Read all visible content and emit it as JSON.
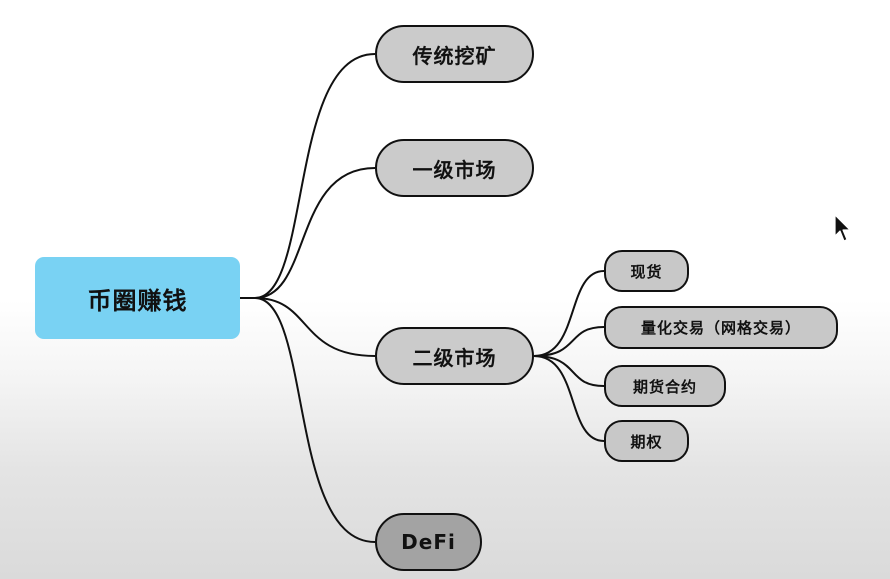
{
  "mindmap": {
    "root": "币圈赚钱",
    "branches": [
      {
        "label": "传统挖矿"
      },
      {
        "label": "一级市场"
      },
      {
        "label": "二级市场",
        "children": [
          {
            "label": "现货"
          },
          {
            "label": "量化交易（网格交易）"
          },
          {
            "label": "期货合约"
          },
          {
            "label": "期权"
          }
        ]
      },
      {
        "label": "DeFi"
      }
    ]
  },
  "colors": {
    "root_fill": "#79d2f3",
    "branch_fill": "#cbcbcb",
    "defi_fill": "#a3a3a3",
    "connector": "#111111"
  },
  "icons": {
    "cursor": "mouse-pointer-icon"
  }
}
